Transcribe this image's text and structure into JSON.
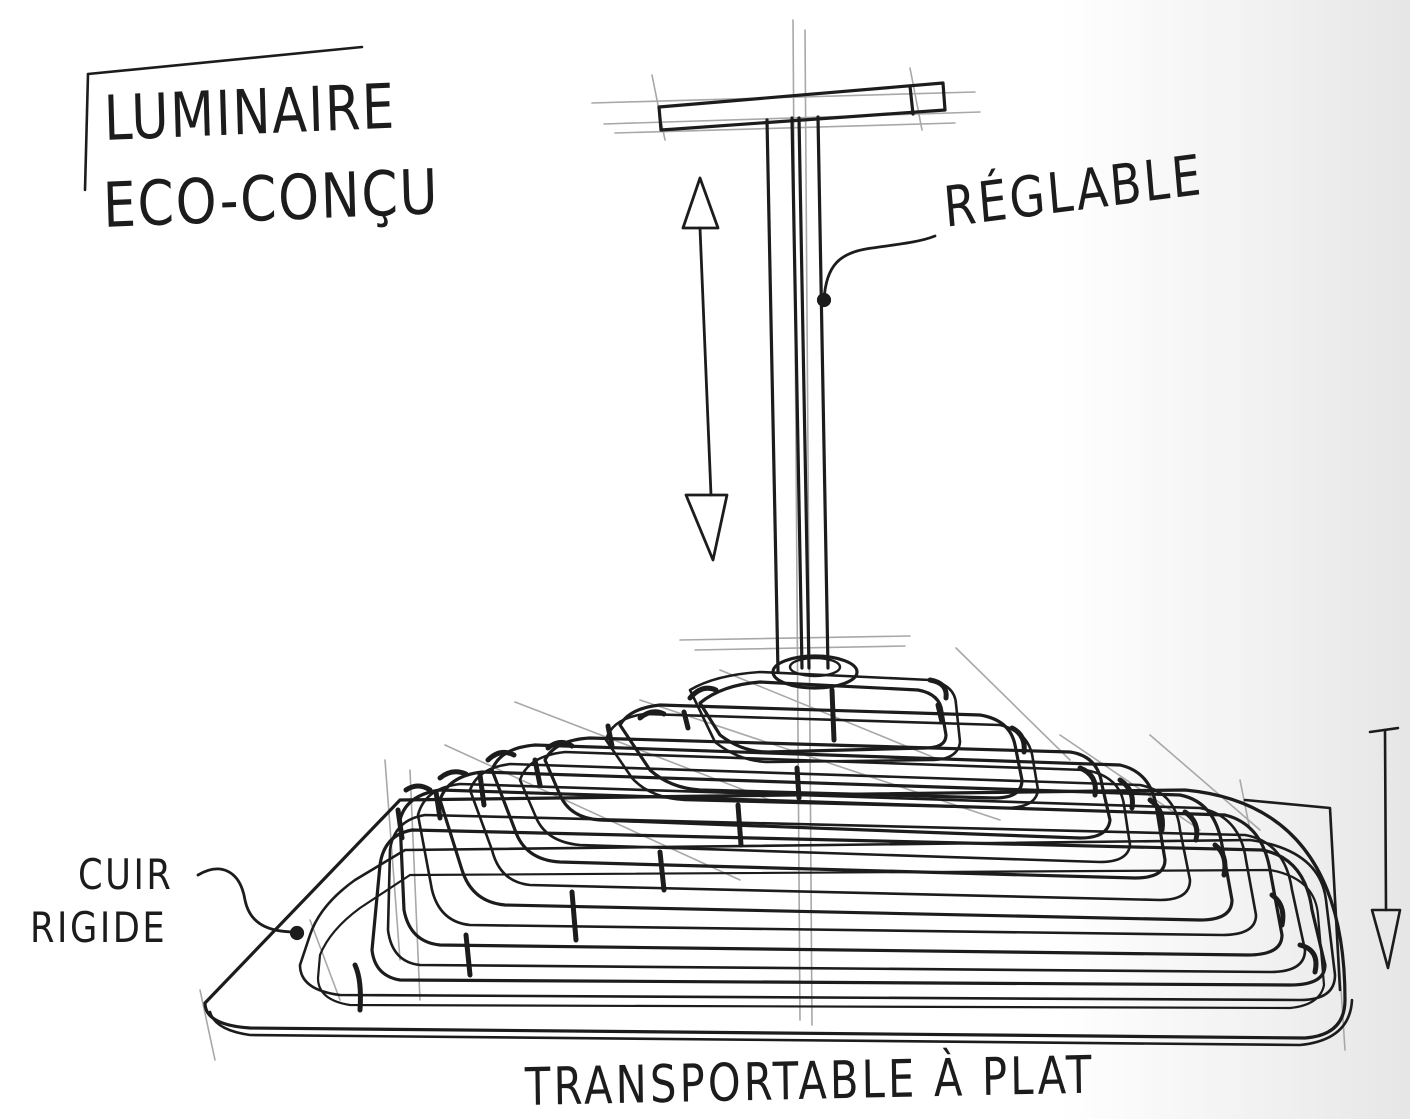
{
  "title": {
    "line1": "LUMINAIRE",
    "line2": "ECO-CONÇU"
  },
  "annotations": {
    "adjustable": "RÉGLABLE",
    "material_line1": "CUIR",
    "material_line2": "RIGIDE",
    "flat_pack": "TRANSPORTABLE À PLAT"
  },
  "colors": {
    "ink": "#1c1c1c",
    "construction": "#9a9a9a",
    "paper": "#ffffff"
  }
}
